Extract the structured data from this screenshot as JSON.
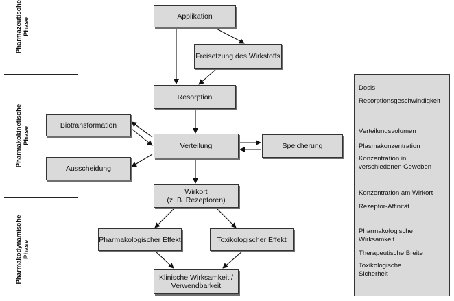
{
  "phases": {
    "pharmazeutisch": "Pharmazeutische\nPhase",
    "pharmakokinetisch": "Pharmakokinetische\nPhase",
    "pharmakodynamisch": "Pharmakodynamische\nPhase"
  },
  "boxes": {
    "applikation": "Applikation",
    "freisetzung": "Freisetzung des Wirkstoffs",
    "resorption": "Resorption",
    "biotransformation": "Biotransformation",
    "verteilung": "Verteilung",
    "speicherung": "Speicherung",
    "ausscheidung": "Ausscheidung",
    "wirkort": "Wirkort\n(z. B. Rezeptoren)",
    "pharm_effekt": "Pharmakologischer Effekt",
    "tox_effekt": "Toxikologischer Effekt",
    "klinisch": "Klinische Wirksamkeit /\nVerwendbarkeit"
  },
  "panel": {
    "items": [
      "Dosis",
      "Resorptionsgeschwindigkeit",
      "Verteilungsvolumen",
      "Plasmakonzentration",
      "Konzentration in\nverschiedenen Geweben",
      "Konzentration am Wirkort",
      "Rezeptor-Affinität",
      "Pharmakologische\nWirksamkeit",
      "Therapeutische Breite",
      "Toxikologische\nSicherheit"
    ]
  }
}
